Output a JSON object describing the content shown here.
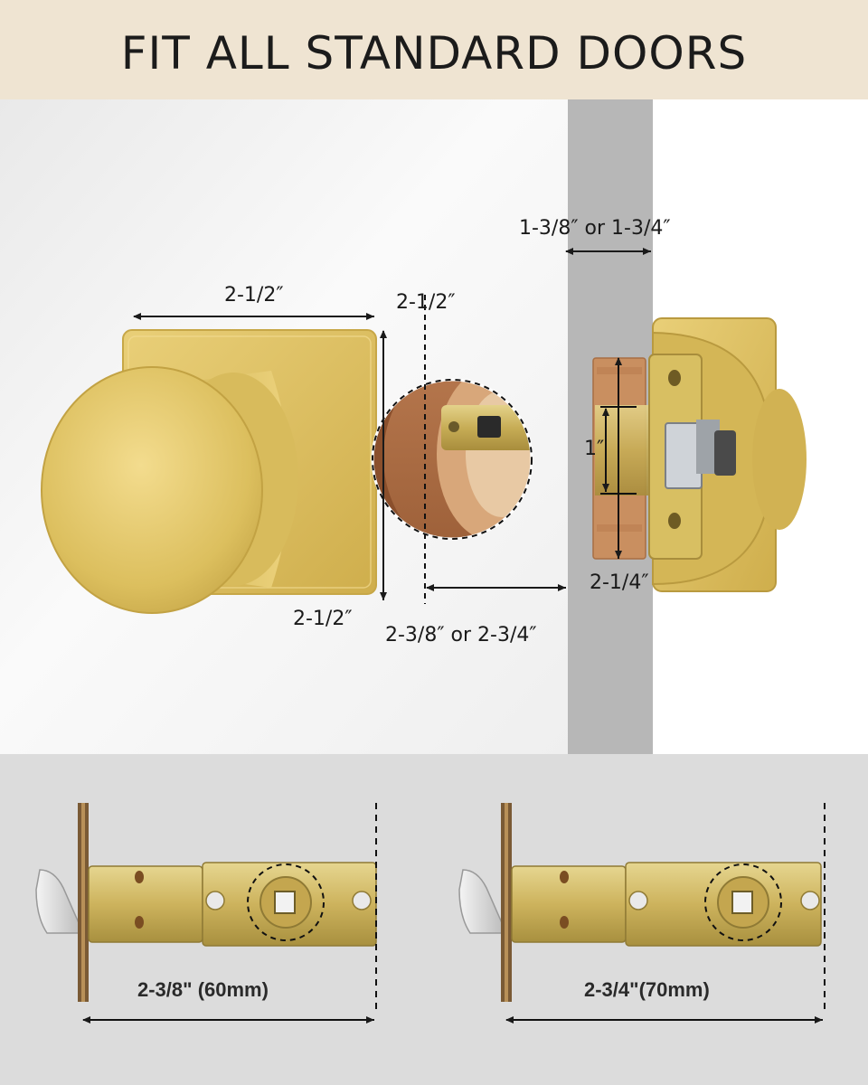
{
  "header": {
    "title": "FIT ALL STANDARD DOORS"
  },
  "dimensions": {
    "door_thickness": "1-3/8″ or 1-3/4″",
    "rose_width": "2-1/2″",
    "bore_diameter": "2-1/2″",
    "rose_height": "2-1/2″",
    "backset": "2-3/8″ or 2-3/4″",
    "latch_face_width": "1″",
    "latch_face_height": "2-1/4″"
  },
  "latches": [
    {
      "label": "2-3/8\" (60mm)"
    },
    {
      "label": "2-3/4\"(70mm)"
    }
  ],
  "colors": {
    "header_bg": "#efe4d2",
    "brass": "#d9bb58",
    "bottom_bg": "#dcdcdc"
  }
}
